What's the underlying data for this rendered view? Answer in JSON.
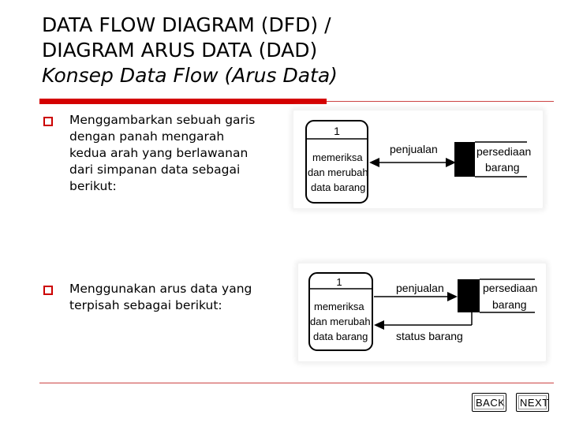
{
  "title": {
    "line1": "DATA FLOW DIAGRAM (DFD) /",
    "line2": "DIAGRAM ARUS DATA (DAD)",
    "subtitle": "Konsep Data Flow (Arus Data)"
  },
  "bullets": [
    {
      "lines": [
        "Menggambarkan sebuah garis",
        "dengan panah mengarah",
        "kedua arah yang berlawanan",
        "dari simpanan data sebagai",
        "berikut:"
      ]
    },
    {
      "lines": [
        "Menggunakan arus data yang",
        "terpisah sebagai berikut:"
      ]
    }
  ],
  "diagram1": {
    "process_number": "1",
    "process_lines": [
      "memeriksa",
      "dan merubah",
      "data barang"
    ],
    "flow_label": "penjualan",
    "store_lines": [
      "persediaan",
      "barang"
    ]
  },
  "diagram2": {
    "process_number": "1",
    "process_lines": [
      "memeriksa",
      "dan merubah",
      "data barang"
    ],
    "flow_out_label": "penjualan",
    "flow_in_label": "status barang",
    "store_lines": [
      "persediaan",
      "barang"
    ]
  },
  "nav": {
    "back_label": "BACK",
    "next_label": "NEXT"
  },
  "colors": {
    "accent": "#d40000",
    "bullet": "#cc0000",
    "store_fill": "#000000"
  }
}
